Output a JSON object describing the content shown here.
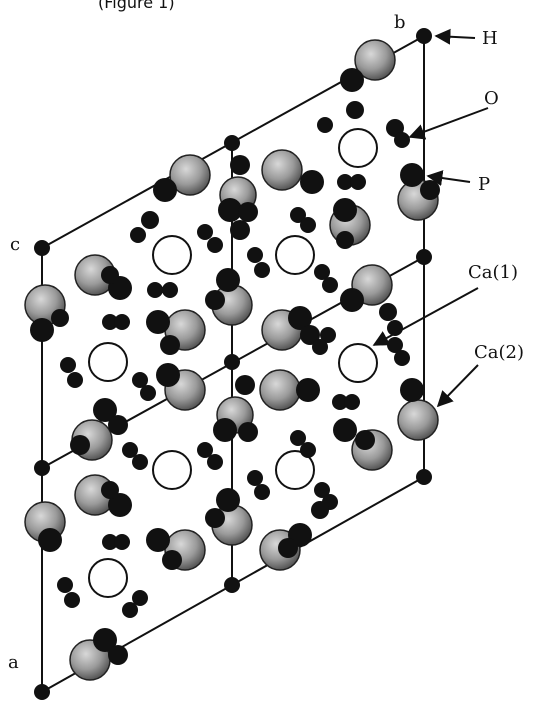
{
  "caption_fragment": "(Figure 1)",
  "axes": {
    "a": "a",
    "b": "b",
    "c": "c"
  },
  "legend": {
    "h": "H",
    "o": "O",
    "p": "P",
    "ca1": "Ca(1)",
    "ca2": "Ca(2)"
  },
  "colors": {
    "line": "#111111",
    "atom_dark": "#111111",
    "atom_ca1_fill": "#ffffff",
    "atom_ca2_fill": "#9a9a9a"
  }
}
